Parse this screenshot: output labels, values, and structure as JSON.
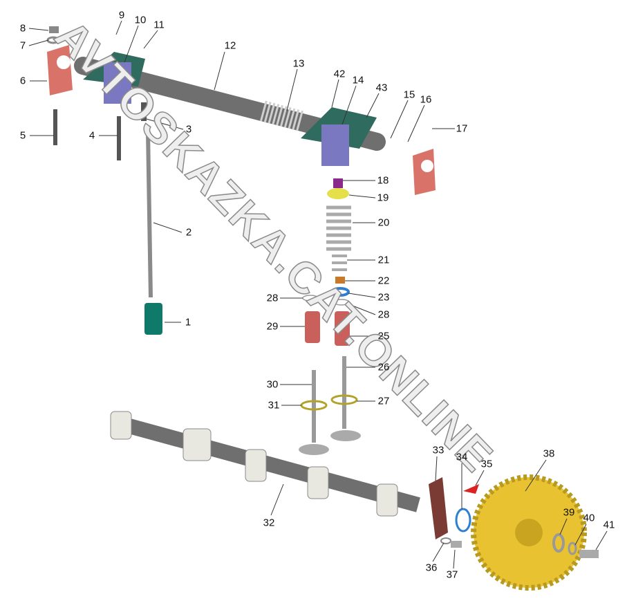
{
  "watermark": "AVTOSKAZKA.CAT.ONLINE",
  "colors": {
    "rocker": "#2f6b5e",
    "bracket": "#d9736a",
    "support": "#7b78c2",
    "gear": "#e8c230",
    "shaft": "#6f6f6f",
    "seal": "#2f7fd0",
    "gasket": "#7a3b35"
  },
  "callouts": [
    "1",
    "2",
    "3",
    "4",
    "5",
    "6",
    "7",
    "8",
    "9",
    "10",
    "11",
    "12",
    "13",
    "14",
    "15",
    "16",
    "17",
    "18",
    "19",
    "20",
    "21",
    "22",
    "23",
    "25",
    "26",
    "27",
    "28",
    "28",
    "29",
    "30",
    "31",
    "32",
    "33",
    "34",
    "35",
    "36",
    "37",
    "38",
    "39",
    "40",
    "41",
    "42",
    "43"
  ]
}
